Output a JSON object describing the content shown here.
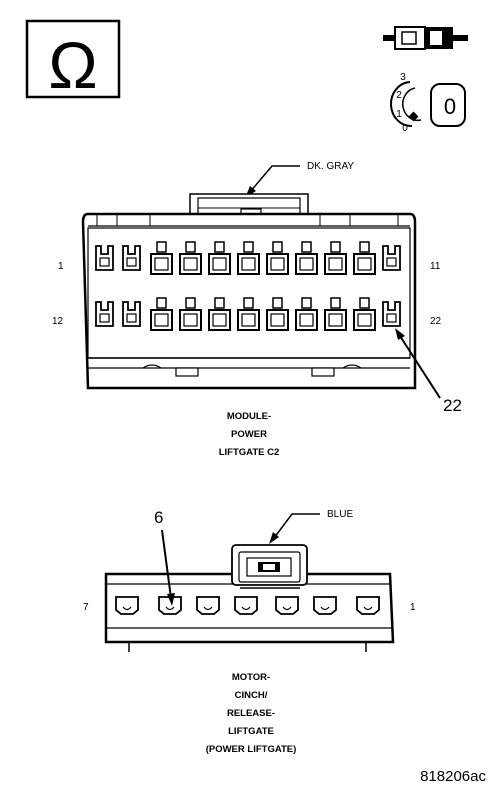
{
  "ohm_symbol": "Ω",
  "ignition": {
    "positions": [
      "3",
      "2",
      "1",
      "0"
    ],
    "key_label": "0"
  },
  "connector_c2": {
    "color_label": "DK. GRAY",
    "pin_labels": {
      "top_left": "1",
      "top_right": "11",
      "bottom_left": "12",
      "bottom_right": "22"
    },
    "callout_pin": "22",
    "caption": [
      "MODULE-",
      "POWER",
      "LIFTGATE C2"
    ]
  },
  "connector_cinch": {
    "color_label": "BLUE",
    "pin_labels": {
      "left": "7",
      "right": "1"
    },
    "callout_pin": "6",
    "caption": [
      "MOTOR-",
      "CINCH/",
      "RELEASE-",
      "LIFTGATE",
      "(POWER LIFTGATE)"
    ]
  },
  "figure_code": "818206ac"
}
